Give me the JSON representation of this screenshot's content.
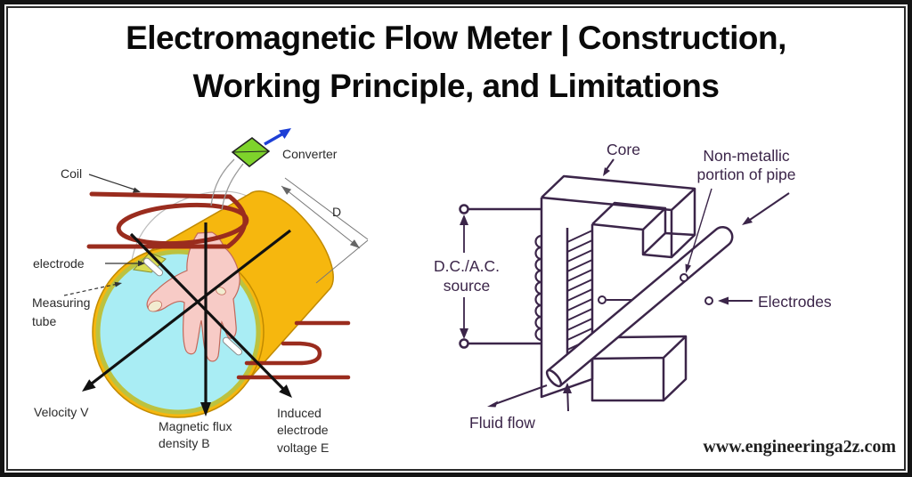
{
  "title": {
    "line1": "Electromagnetic Flow Meter | Construction,",
    "line2": "Working Principle, and Limitations"
  },
  "watermark": "www.engineeringa2z.com",
  "left_diagram": {
    "labels": {
      "coil": "Coil",
      "converter": "Converter",
      "diameter": "D",
      "electrode": "electrode",
      "measuring_tube_1": "Measuring",
      "measuring_tube_2": "tube",
      "velocity": "Velocity V",
      "flux_1": "Magnetic flux",
      "flux_2": "density B",
      "induced_1": "Induced",
      "induced_2": "electrode",
      "induced_3": "voltage E"
    },
    "colors": {
      "coil": "#9a2c1e",
      "tube_body": "#f6b70e",
      "tube_rim": "#bcc23f",
      "tube_liner": "#a9edf4",
      "hand_fill": "#f7cbc6",
      "hand_outline": "#c2685a",
      "nail_fill": "#f2ecd0",
      "converter_fill": "#7ed32b",
      "arrow_blue": "#1d3fd6",
      "arrow_black": "#111111"
    }
  },
  "right_diagram": {
    "labels": {
      "core": "Core",
      "non_metallic_1": "Non-metallic",
      "non_metallic_2": "portion of pipe",
      "source_1": "D.C./A.C.",
      "source_2": "source",
      "electrodes": "Electrodes",
      "fluid_flow": "Fluid flow"
    },
    "colors": {
      "line": "#3b2549"
    }
  }
}
